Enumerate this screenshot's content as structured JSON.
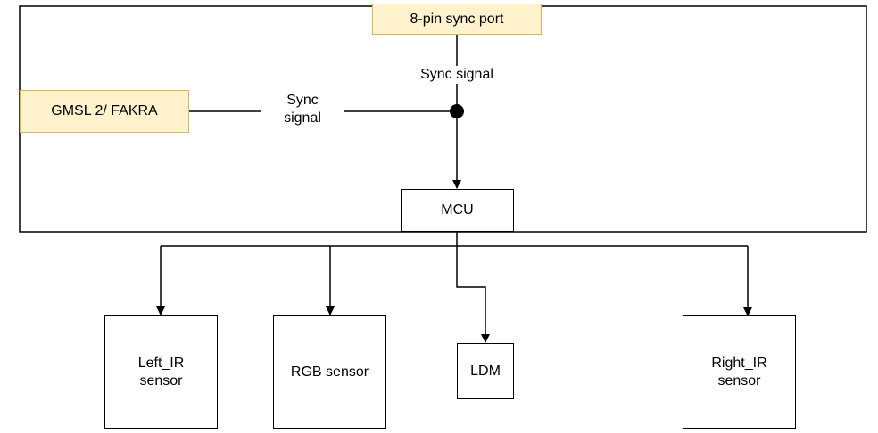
{
  "ports": {
    "sync_port": "8-pin sync port",
    "gmsl": "GMSL 2/ FAKRA"
  },
  "labels": {
    "sync_vertical": "Sync signal",
    "sync_horizontal": "Sync\nsignal"
  },
  "nodes": {
    "mcu": "MCU",
    "left_ir": "Left_IR\nsensor",
    "rgb": "RGB sensor",
    "ldm": "LDM",
    "right_ir": "Right_IR\nsensor"
  },
  "colors": {
    "port_fill": "#fff2cc",
    "port_border": "#d6b656",
    "line": "#000000"
  }
}
